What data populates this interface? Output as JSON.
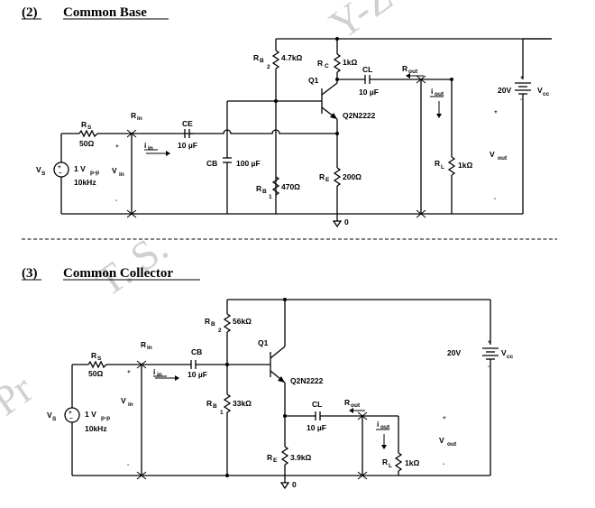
{
  "watermark": {
    "a": "Pr",
    "b": "T. S.",
    "c": "Y-Z"
  },
  "section2": {
    "number": "(2)",
    "title": "Common Base",
    "rs": "R",
    "rs_sub": "S",
    "rs_val": "50Ω",
    "rin": "R",
    "rin_sub": "in",
    "iin": "i",
    "iin_sub": "in",
    "ce": "CE",
    "ce_val": "10 µF",
    "vs": "V",
    "vs_sub": "S",
    "src_amp": "1 V",
    "src_amp_sub": "p-p",
    "src_freq": "10kHz",
    "vin": "V",
    "vin_sub": "in",
    "cb": "CB",
    "cb_val": "100 µF",
    "rb2": "R",
    "rb2_sub": "B",
    "rb2_n": "2",
    "rb2_val": "4.7kΩ",
    "rc": "R",
    "rc_sub": "C",
    "rc_val": "1kΩ",
    "q": "Q1",
    "q_part": "Q2N2222",
    "cl": "CL",
    "cl_val": "10 µF",
    "rout": "R",
    "rout_sub": "out",
    "iout": "i",
    "iout_sub": "out",
    "vcc_val": "20V",
    "vcc": "V",
    "vcc_sub": "cc",
    "rb1": "R",
    "rb1_sub": "B",
    "rb1_n": "1",
    "rb1_val": "470Ω",
    "re": "R",
    "re_sub": "E",
    "re_val": "200Ω",
    "rl": "R",
    "rl_sub": "L",
    "rl_val": "1kΩ",
    "vout": "V",
    "vout_sub": "out",
    "gnd": "0",
    "plus": "+",
    "minus": "-"
  },
  "section3": {
    "number": "(3)",
    "title": "Common Collector",
    "rs": "R",
    "rs_sub": "S",
    "rs_val": "50Ω",
    "rin": "R",
    "rin_sub": "in",
    "iin": "i",
    "iin_sub": "in",
    "cb": "CB",
    "cb_val": "10 µF",
    "vs": "V",
    "vs_sub": "S",
    "src_amp": "1 V",
    "src_amp_sub": "p-p",
    "src_freq": "10kHz",
    "vin": "V",
    "vin_sub": "in",
    "rb2": "R",
    "rb2_sub": "B",
    "rb2_n": "2",
    "rb2_val": "56kΩ",
    "rb1": "R",
    "rb1_sub": "B",
    "rb1_n": "1",
    "rb1_val": "33kΩ",
    "q": "Q1",
    "q_part": "Q2N2222",
    "cl": "CL",
    "cl_val": "10 µF",
    "rout": "R",
    "rout_sub": "out",
    "iout": "i",
    "iout_sub": "out",
    "vcc_val": "20V",
    "vcc": "V",
    "vcc_sub": "cc",
    "re": "R",
    "re_sub": "E",
    "re_val": "3.9kΩ",
    "rl": "R",
    "rl_sub": "L",
    "rl_val": "1kΩ",
    "vout": "V",
    "vout_sub": "out",
    "gnd": "0",
    "plus": "+",
    "minus": "-"
  }
}
